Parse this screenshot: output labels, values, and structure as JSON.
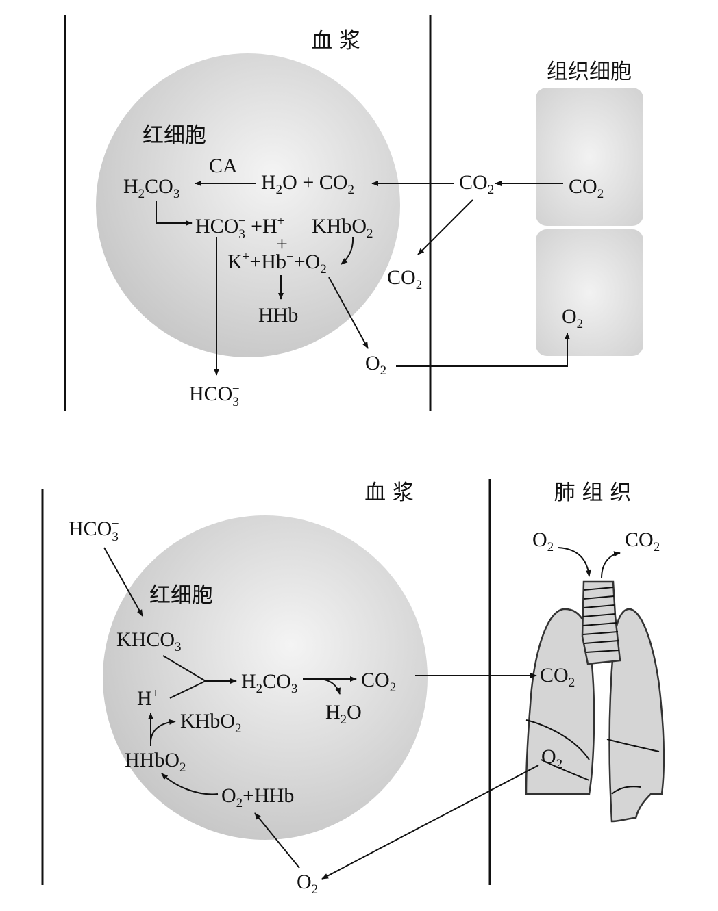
{
  "colors": {
    "cell_light": "#f4f4f4",
    "cell_dark": "#c6c6c6",
    "tissue_light": "#f2f2f2",
    "tissue_dark": "#cfcfcf",
    "line": "#111111",
    "lung": "#d5d5d5"
  },
  "top": {
    "plasma": "血 浆",
    "tissue": "组织细胞",
    "rbc": "红细胞",
    "ca": "CA",
    "h2co3": {
      "a": "H",
      "b": "2",
      "c": "CO",
      "d": "3"
    },
    "h2o_co2": {
      "a": "H",
      "b": "2",
      "c": "O + CO",
      "d": "2"
    },
    "hco3_h": {
      "a": "HCO",
      "b": "3",
      "c": "−",
      "d": " +H",
      "e": "+"
    },
    "khbo2": {
      "a": "KHbO",
      "b": "2"
    },
    "plus": "+",
    "k_hb_o2": {
      "a": "K",
      "b": "+",
      "c": "+Hb",
      "d": "−",
      "e": "+O",
      "f": "2"
    },
    "hhb": "HHb",
    "co2_plasma": {
      "a": "CO",
      "b": "2"
    },
    "co2_tissue": {
      "a": "CO",
      "b": "2"
    },
    "co2_down": {
      "a": "CO",
      "b": "2"
    },
    "o2_tissue": {
      "a": "O",
      "b": "2"
    },
    "o2_plasma": {
      "a": "O",
      "b": "2"
    },
    "hco3_out": {
      "a": "HCO",
      "b": "3",
      "c": "−"
    }
  },
  "bottom": {
    "plasma": "血 浆",
    "lung": "肺 组 织",
    "rbc": "红细胞",
    "hco3_in": {
      "a": "HCO",
      "b": "3",
      "c": "−"
    },
    "khco3": {
      "a": "KHCO",
      "b": "3"
    },
    "h_plus": {
      "a": "H",
      "b": "+"
    },
    "h2co3": {
      "a": "H",
      "b": "2",
      "c": "CO",
      "d": "3"
    },
    "co2_cell": {
      "a": "CO",
      "b": "2"
    },
    "h2o": {
      "a": "H",
      "b": "2",
      "c": "O"
    },
    "khbo2": {
      "a": "KHbO",
      "b": "2"
    },
    "hhbo2": {
      "a": "HHbO",
      "b": "2"
    },
    "o2_hhb": {
      "a": "O",
      "b": "2",
      "c": "+HHb"
    },
    "o2_air": {
      "a": "O",
      "b": "2"
    },
    "co2_air": {
      "a": "CO",
      "b": "2"
    },
    "co2_lung": {
      "a": "CO",
      "b": "2"
    },
    "o2_lung": {
      "a": "O",
      "b": "2"
    },
    "o2_bottom": {
      "a": "O",
      "b": "2"
    }
  }
}
